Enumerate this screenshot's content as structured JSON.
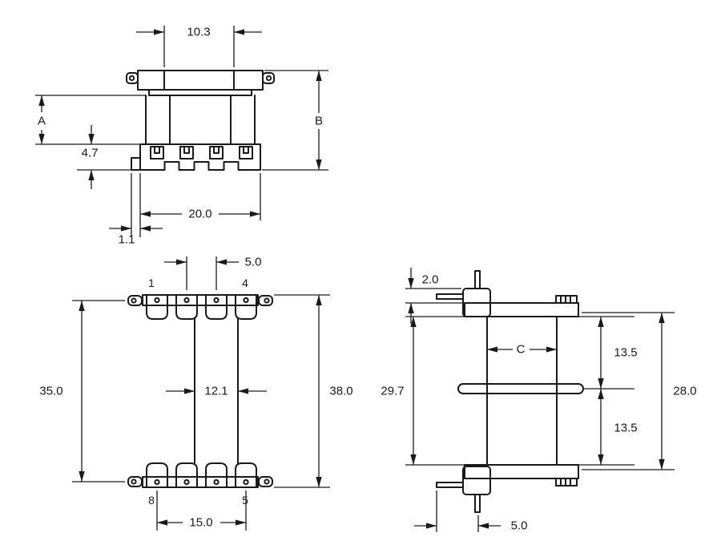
{
  "colors": {
    "background": "#ffffff",
    "line": "#1a1a1a"
  },
  "front_view": {
    "dim_top_width": "10.3",
    "dim_window_height": "A",
    "dim_total_height": "B",
    "dim_header_height": "4.7",
    "dim_body_width": "20.0",
    "dim_tab_width": "1.1"
  },
  "plan_view": {
    "pin_top_left": "1",
    "pin_top_right": "4",
    "pin_bottom_left": "8",
    "pin_bottom_right": "5",
    "dim_pin_pitch": "5.0",
    "dim_inner_length": "35.0",
    "dim_core_width": "12.1",
    "dim_outer_length": "38.0",
    "dim_pin_span": "15.0"
  },
  "side_view": {
    "dim_pin_standoff": "2.0",
    "dim_window_height": "29.7",
    "dim_core_depth": "C",
    "dim_upper_half": "13.5",
    "dim_lower_half": "13.5",
    "dim_outer_height": "28.0",
    "dim_pin_offset": "5.0"
  }
}
